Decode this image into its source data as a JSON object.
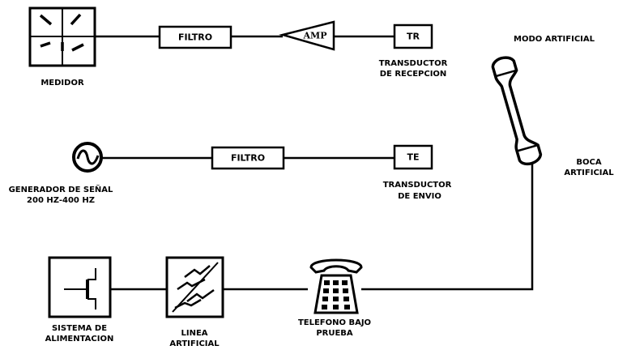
{
  "blocks": {
    "medidor": "MEDIDOR",
    "filtro_top": "FILTRO",
    "amp": "AMP",
    "tr": "TR",
    "transductor_recepcion": [
      "TRANSDUCTOR",
      "DE RECEPCION"
    ],
    "modo_artificial": "MODO ARTIFICIAL",
    "generador": [
      "GENERADOR DE SEÑAL",
      "200 HZ-400 HZ"
    ],
    "filtro_mid": "FILTRO",
    "te": "TE",
    "transductor_envio": [
      "TRANSDUCTOR",
      "DE ENVIO"
    ],
    "boca_artificial": [
      "BOCA",
      "ARTIFICIAL"
    ],
    "sistema": [
      "SISTEMA DE",
      "ALIMENTACION"
    ],
    "linea": [
      "LINEA",
      "ARTIFICIAL"
    ],
    "telefono": [
      "TELEFONO BAJO",
      "PRUEBA"
    ]
  },
  "icons": {
    "meter": "meter-icon",
    "amplifier": "amplifier-icon",
    "signal_generator": "signal-generator-icon",
    "handset": "telephone-handset-icon",
    "power_supply": "power-supply-icon",
    "artificial_line": "artificial-line-icon",
    "desk_phone": "desk-telephone-icon"
  },
  "colors": {
    "stroke": "#000000",
    "background": "#ffffff"
  }
}
